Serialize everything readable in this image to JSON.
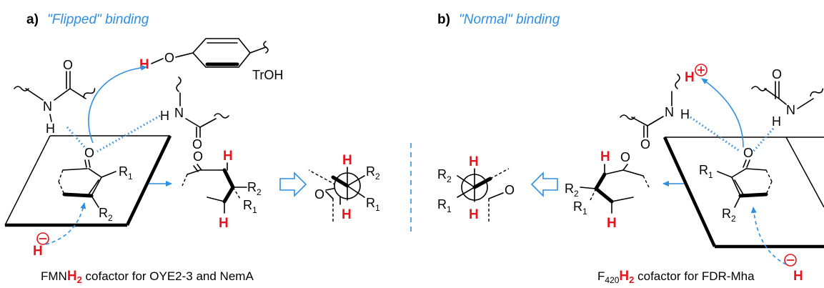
{
  "panel_a": {
    "letter": "a)",
    "title": "\"Flipped\" binding",
    "caption_pre": "FMN",
    "caption_red": "H",
    "caption_sub": "2",
    "caption_post": " cofactor for OYE2-3 and NemA",
    "tyrosine_label": "TrOH"
  },
  "panel_b": {
    "letter": "b)",
    "title": "\"Normal\" binding",
    "caption_pre": "F",
    "caption_sub1": "420",
    "caption_red": "H",
    "caption_sub2": "2",
    "caption_post": " cofactor for FDR-Mha"
  },
  "atoms": {
    "O": "O",
    "N": "N",
    "H": "H",
    "R1": "R",
    "R2": "R",
    "sub1": "1",
    "sub2": "2"
  },
  "colors": {
    "accent_blue": "#2f8fe0",
    "hydrogen_red": "#e8141e"
  }
}
